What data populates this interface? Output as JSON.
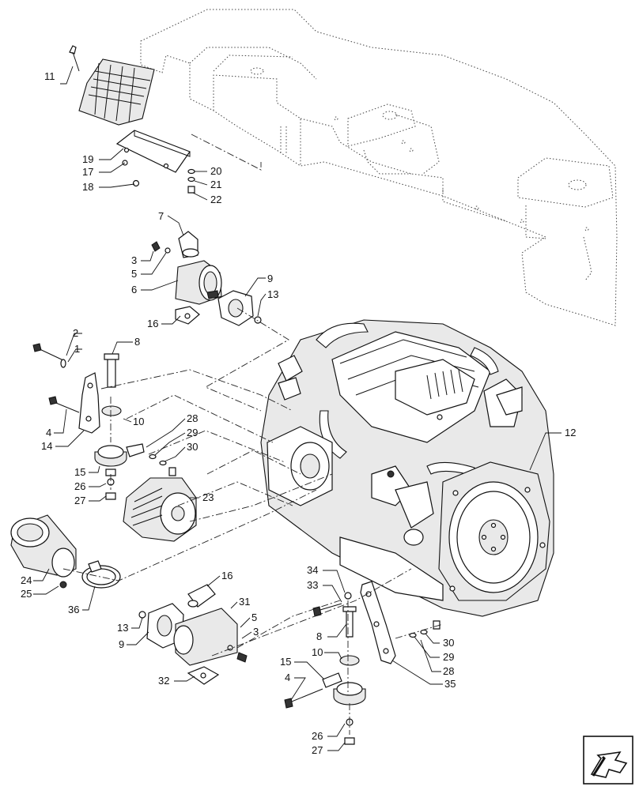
{
  "diagram": {
    "callouts": [
      "1",
      "2",
      "3",
      "4",
      "5",
      "6",
      "7",
      "8",
      "9",
      "10",
      "11",
      "12",
      "13",
      "14",
      "15",
      "16",
      "17",
      "18",
      "19",
      "20",
      "21",
      "22",
      "23",
      "24",
      "25",
      "26",
      "27",
      "28",
      "29",
      "30",
      "31",
      "32",
      "33",
      "34",
      "35",
      "36"
    ],
    "icons": [
      "chassis-frame-outline",
      "engine-assembly",
      "flywheel",
      "alternator",
      "starter-motor",
      "air-filter",
      "hose-clamp",
      "engine-mount",
      "front-bracket",
      "rear-bracket",
      "navigation-arrow-icon"
    ]
  }
}
